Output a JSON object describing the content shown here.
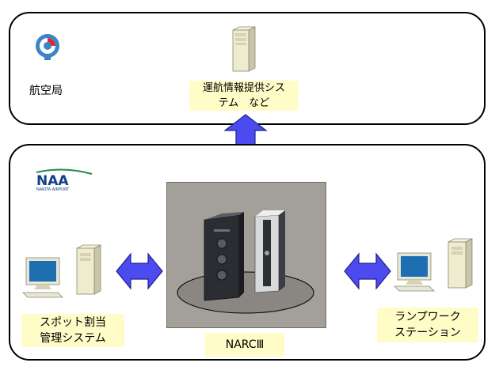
{
  "top": {
    "org_label": "航空局",
    "server_label_line1": "運航情報提供シス",
    "server_label_line2": "テム　など"
  },
  "bottom": {
    "logo_text": "NAA",
    "logo_subtext": "NARITA AIRPORT",
    "center_label": "NARCⅢ",
    "left_label_line1": "スポット割当",
    "left_label_line2": "管理システム",
    "right_label_line1": "ランプワーク",
    "right_label_line2": "ステーション"
  },
  "colors": {
    "arrow_fill": "#4b4bf0",
    "arrow_stroke": "#222288",
    "label_bg": "#fffcc8",
    "server_fill": "#eeebcf",
    "panel_border": "#000000",
    "center_bg": "#a3a09a",
    "naa_green": "#1e8a4a",
    "naa_blue": "#123f8a"
  }
}
